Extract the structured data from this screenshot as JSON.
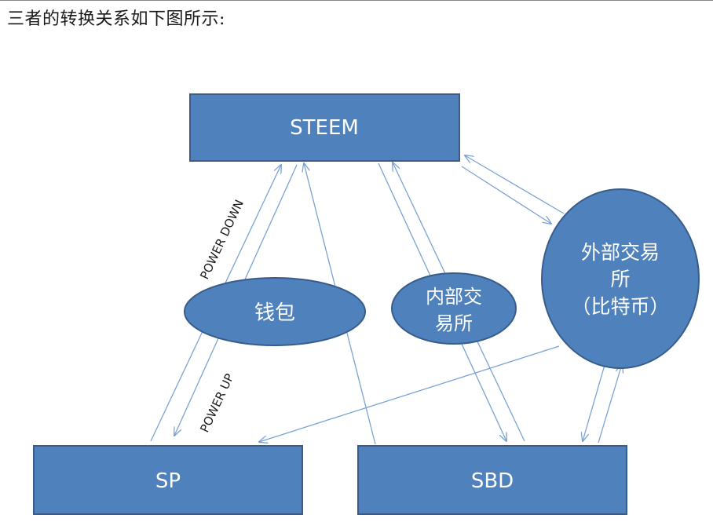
{
  "heading": "三者的转换关系如下图所示:",
  "nodes": {
    "steem": "STEEM",
    "sp": "SP",
    "sbd": "SBD",
    "wallet": "钱包",
    "internal_exchange": [
      "内部交",
      "易所"
    ],
    "external_exchange": [
      "外部交易",
      "所",
      "（比特币）"
    ]
  },
  "edge_labels": {
    "power_down": "POWER DOWN",
    "power_up": "POWER UP"
  },
  "colors": {
    "node_fill": "#4f81bd",
    "node_border": "#385d8a",
    "arrow": "#7aa3d4",
    "node_text": "#ffffff"
  }
}
